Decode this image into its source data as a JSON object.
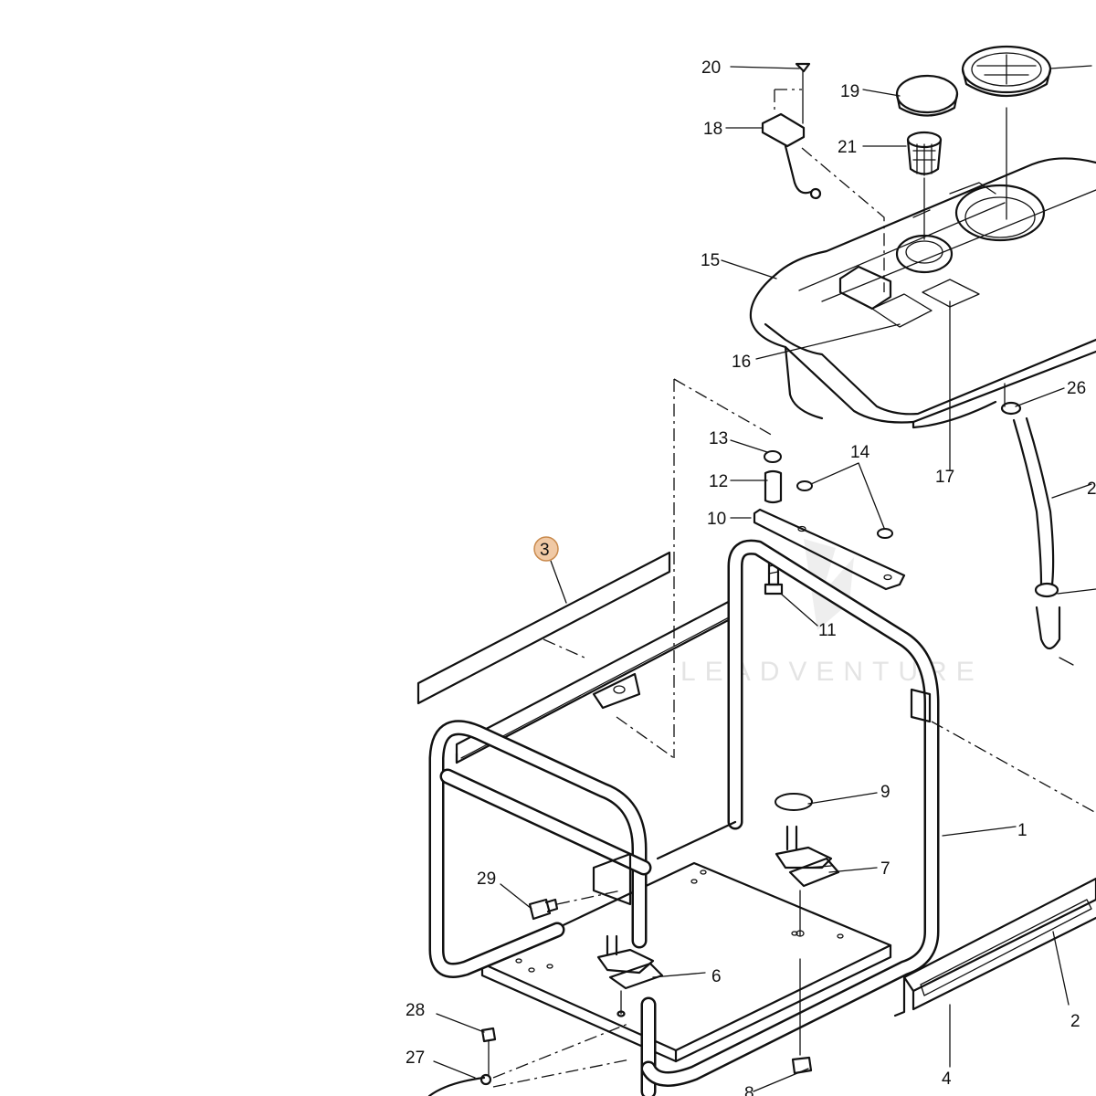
{
  "watermark": "LEADVENTURE",
  "selected_part": "3",
  "labels": {
    "p1": "1",
    "p2": "2",
    "p3": "3",
    "p4": "4",
    "p6": "6",
    "p7": "7",
    "p8": "8",
    "p9": "9",
    "p10": "10",
    "p11": "11",
    "p12": "12",
    "p13": "13",
    "p14": "14",
    "p15": "15",
    "p16": "16",
    "p17": "17",
    "p18": "18",
    "p19": "19",
    "p20": "20",
    "p21": "21",
    "p22": "2",
    "p26": "26",
    "p27": "27",
    "p28": "28",
    "p29": "29"
  },
  "colors": {
    "line": "#111111",
    "selected_fill": "#f0c9a5",
    "selected_stroke": "#c98a4d",
    "watermark": "#e4e4e4"
  }
}
